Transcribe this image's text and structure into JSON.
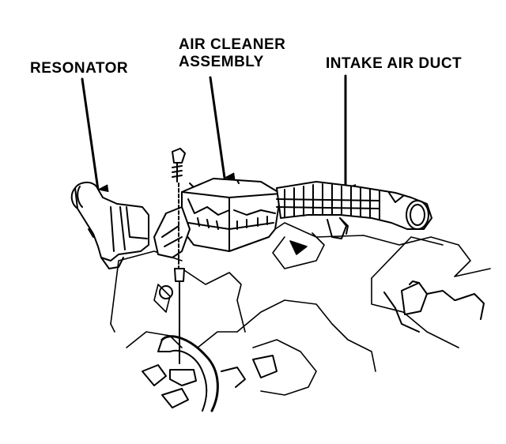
{
  "labels": {
    "resonator": "RESONATOR",
    "air_cleaner_line1": "AIR CLEANER",
    "air_cleaner_line2": "ASSEMBLY",
    "intake_air_duct": "INTAKE AIR DUCT"
  },
  "colors": {
    "ink": "#000000",
    "paper": "#ffffff"
  }
}
